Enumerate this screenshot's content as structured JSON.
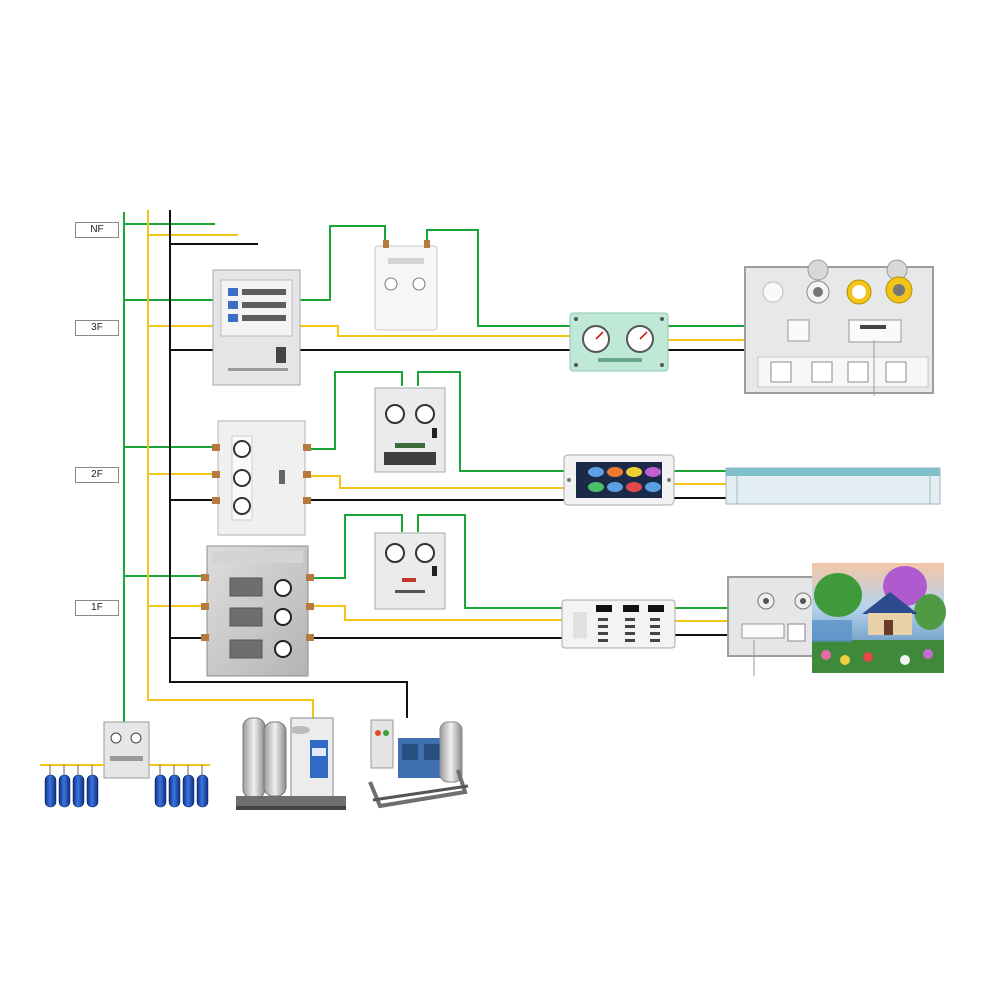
{
  "diagram": {
    "floors": [
      {
        "id": "nf",
        "label": "NF"
      },
      {
        "id": "3f",
        "label": "3F"
      },
      {
        "id": "2f",
        "label": "2F"
      },
      {
        "id": "1f",
        "label": "1F"
      }
    ],
    "line_colors": {
      "green": "#1aa538",
      "yellow": "#f2c418",
      "black": "#111111"
    },
    "panel_colors": {
      "cabinet_gray": "#e4e5e7",
      "steel": "#c9c9c9",
      "mint": "#bfe8d6",
      "bed_head_panel": "#e7e8ea",
      "cylinder_blue": "#1d4fb8"
    }
  }
}
